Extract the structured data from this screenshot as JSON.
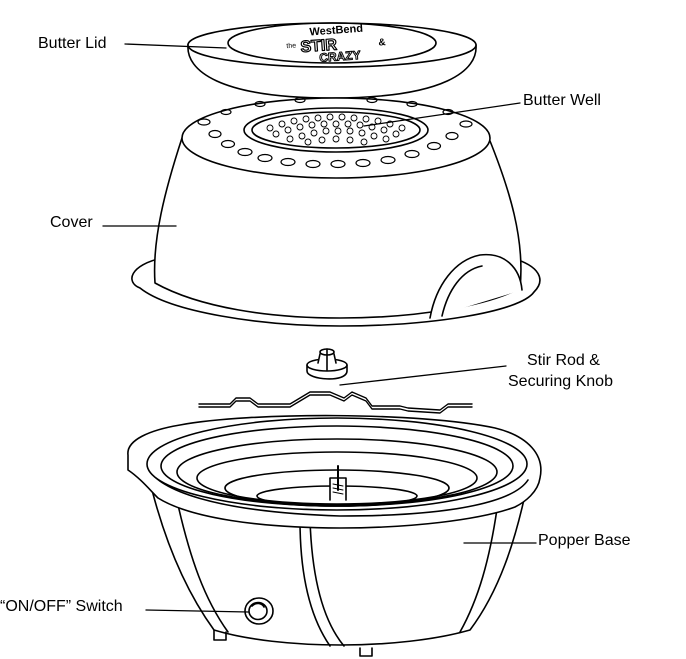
{
  "labels": {
    "butter_lid": "Butter Lid",
    "butter_well": "Butter Well",
    "cover": "Cover",
    "stir_rod_line1": "Stir Rod &",
    "stir_rod_line2": "Securing Knob",
    "popper_base": "Popper Base",
    "on_off_switch": "“ON/OFF” Switch"
  },
  "lid_logo": {
    "brand": "WestBend",
    "product": "STIR",
    "word_small": "the",
    "word_amp": "&",
    "word_bottom": "CRAZY"
  },
  "colors": {
    "line": "#000000",
    "fill": "#ffffff"
  }
}
